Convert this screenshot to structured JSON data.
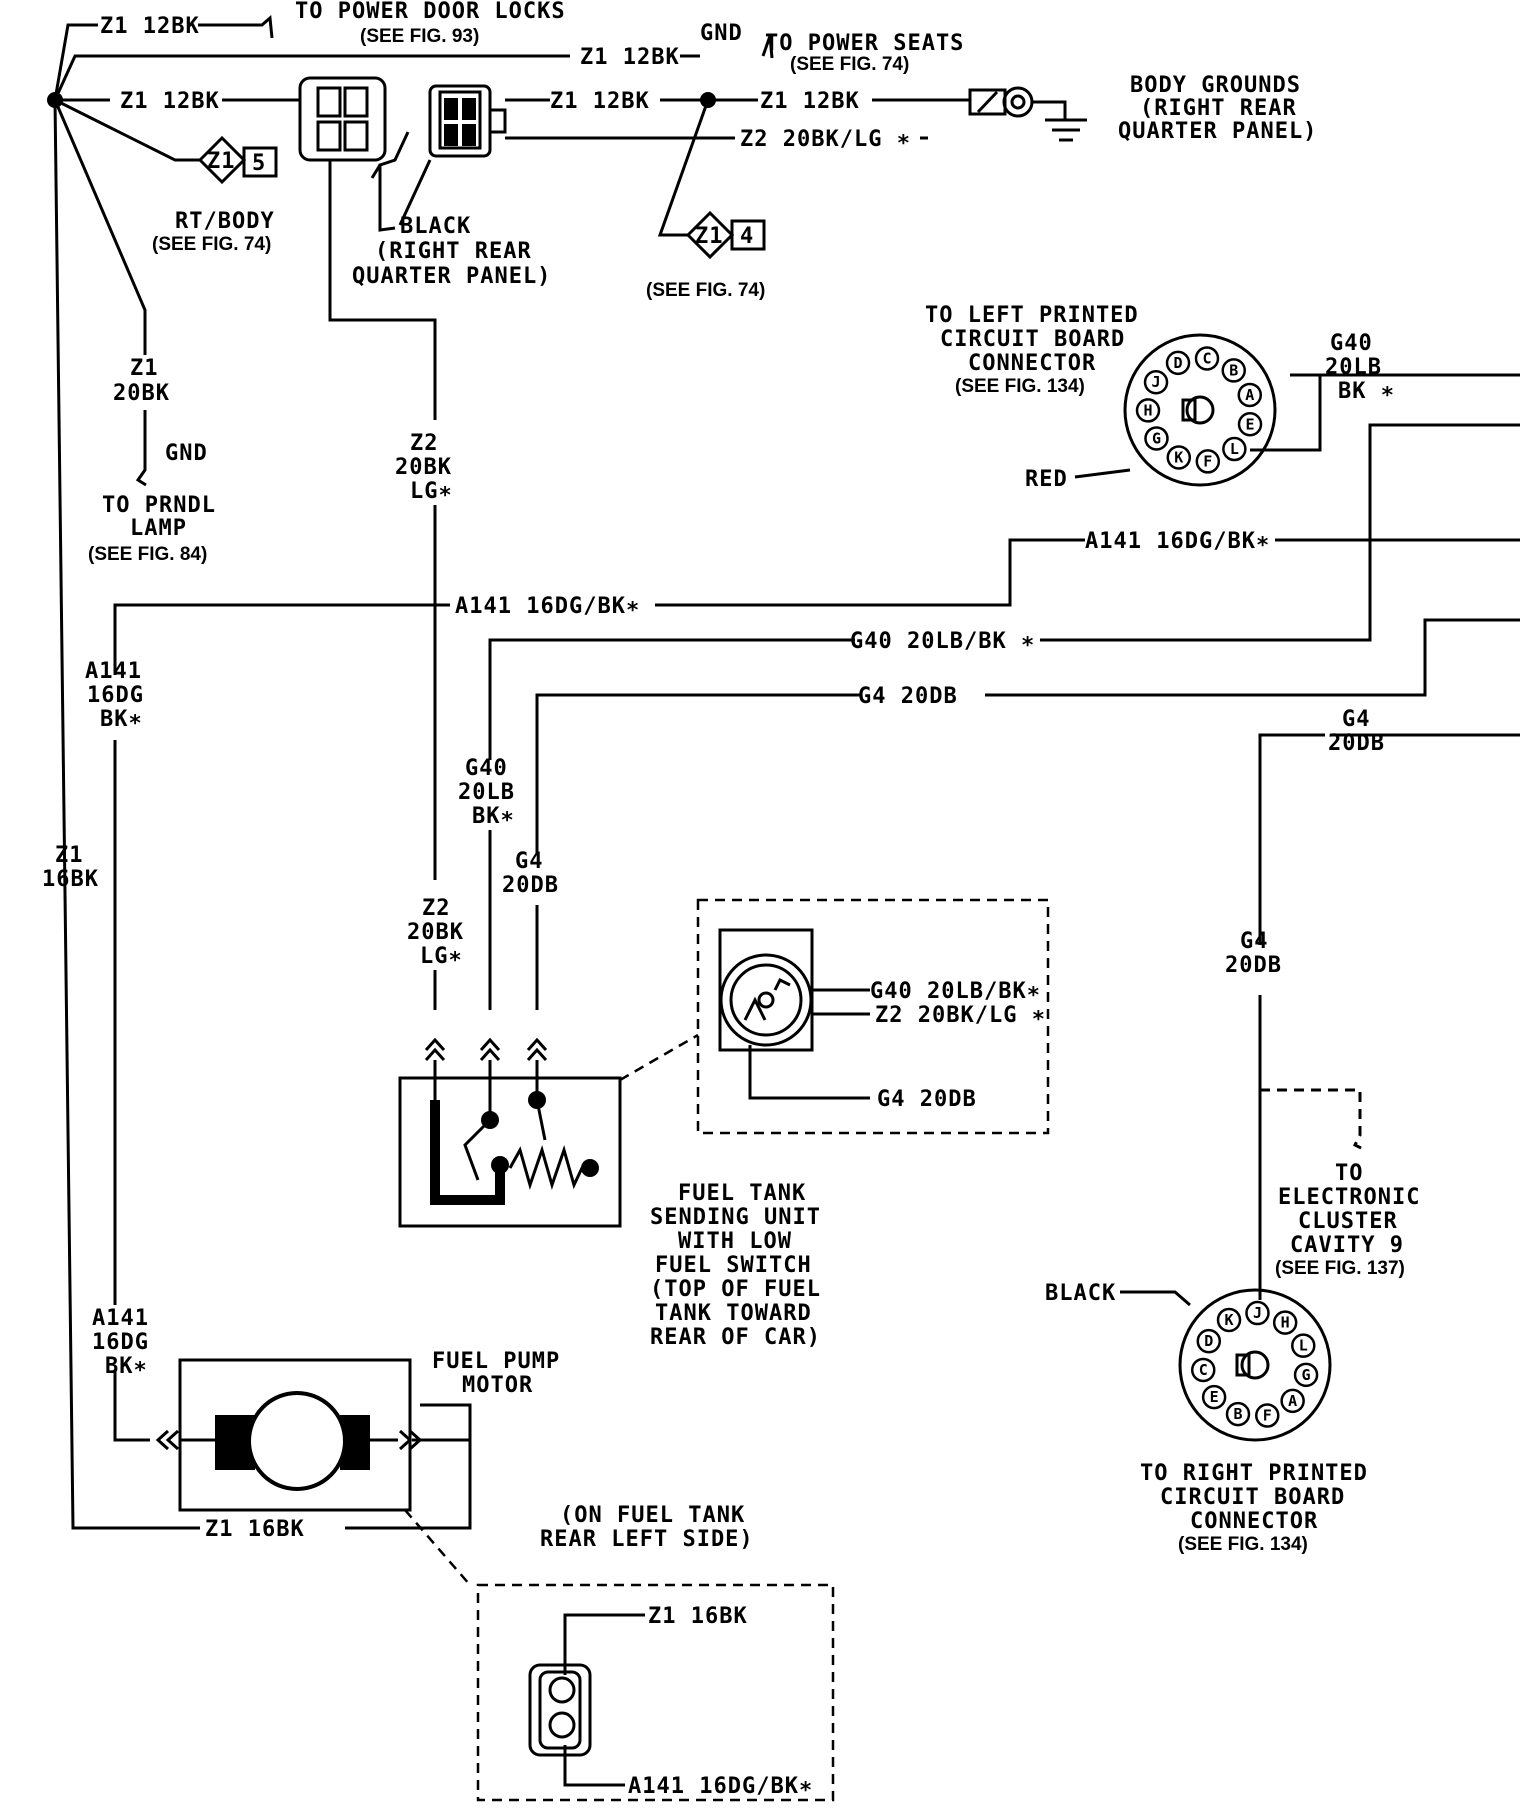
{
  "labels": {
    "z1_12bk_top": "Z1 12BK",
    "to_power_door_locks": "TO POWER DOOR LOCKS",
    "see_fig_93": "(SEE FIG. 93)",
    "gnd_seats": "GND",
    "to_power_seats": "TO POWER SEATS",
    "see_fig_74_seats": "(SEE FIG. 74)",
    "z1_12bk_seats": "Z1 12BK",
    "z1_12bk_left": "Z1 12BK",
    "z1_12bk_mid": "Z1 12BK",
    "z1_12bk_right": "Z1 12BK",
    "z2_20bklg": "Z2 20BK/LG ∗",
    "body_grounds": [
      "BODY GROUNDS",
      "(RIGHT REAR",
      "QUARTER PANEL)"
    ],
    "splice_z1_5": "Z1",
    "splice_5_num": "5",
    "rt_body": "RT/BODY",
    "see_fig_74_rt": "(SEE FIG. 74)",
    "black_conn": [
      "BLACK",
      "(RIGHT REAR",
      "QUARTER PANEL)"
    ],
    "splice_z1_4": "Z1",
    "splice_4_num": "4",
    "see_fig_74_splice": "(SEE FIG. 74)",
    "z1_20bk": [
      "Z1",
      "20BK"
    ],
    "gnd_prndl": "GND",
    "to_prndl": [
      "TO PRNDL",
      "LAMP",
      "(SEE FIG. 84)"
    ],
    "z2_20bk_lg_upper": [
      "Z2",
      "20BK",
      "LG∗"
    ],
    "to_left_pcb": [
      "TO LEFT PRINTED",
      "CIRCUIT BOARD",
      "CONNECTOR",
      "(SEE FIG. 134)"
    ],
    "red": "RED",
    "g40_20lb_bk_right": [
      "G40",
      "20LB",
      "BK ∗"
    ],
    "a141_16dgbk_right": "A141 16DG/BK∗",
    "a141_16dgbk_mid": "A141 16DG/BK∗",
    "g40_20lbbk_mid": "G40 20LB/BK ∗",
    "g4_20db_mid": "G4 20DB",
    "g4_20db_right": [
      "G4",
      "20DB"
    ],
    "a141_16dg_bk_left": [
      "A141",
      "16DG",
      "BK∗"
    ],
    "z1_16bk_left": [
      "Z1",
      "16BK"
    ],
    "g40_20lb_bk_vert": [
      "G40",
      "20LB",
      "BK∗"
    ],
    "g4_20db_vert": [
      "G4",
      "20DB"
    ],
    "z2_20bk_lg_lower": [
      "Z2",
      "20BK",
      "LG∗"
    ],
    "g4_20db_lower": [
      "G4",
      "20DB"
    ],
    "inset_g40": "G40 20LB/BK∗",
    "inset_z2": "Z2 20BK/LG ∗",
    "inset_g4": "G4 20DB",
    "fuel_tank_sending": [
      "FUEL TANK",
      "SENDING UNIT",
      "WITH LOW",
      "FUEL SWITCH",
      "(TOP OF FUEL",
      "TANK TOWARD",
      "REAR OF CAR)"
    ],
    "to_electronic_cluster": [
      "TO",
      "ELECTRONIC",
      "CLUSTER",
      "CAVITY 9",
      "(SEE FIG. 137)"
    ],
    "black_right": "BLACK",
    "a141_16dg_bk_pump": [
      "A141",
      "16DG",
      "BK∗"
    ],
    "fuel_pump_motor": [
      "FUEL PUMP",
      "MOTOR"
    ],
    "to_right_pcb": [
      "TO RIGHT PRINTED",
      "CIRCUIT BOARD",
      "CONNECTOR",
      "(SEE FIG. 134)"
    ],
    "z1_16bk_bottom": "Z1 16BK",
    "on_fuel_tank": [
      "(ON FUEL TANK",
      "REAR LEFT SIDE)"
    ],
    "inset2_z1": "Z1 16BK",
    "inset2_a141": "A141 16DG/BK∗"
  },
  "left_connector_pins": [
    "D",
    "C",
    "B",
    "A",
    "E",
    "L",
    "F",
    "K",
    "G",
    "H",
    "J"
  ],
  "right_connector_pins": [
    "K",
    "J",
    "H",
    "L",
    "G",
    "A",
    "F",
    "B",
    "E",
    "C",
    "D"
  ]
}
